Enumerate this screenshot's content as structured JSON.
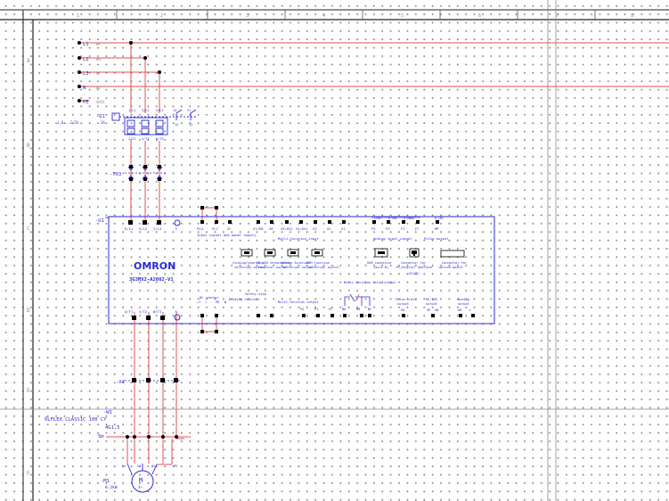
{
  "colors": {
    "wire": "#e05050",
    "device": "#2b2bd6",
    "frame": "#222222",
    "junction": "#000000"
  },
  "border": {
    "row_marks": [
      "A",
      "B",
      "C",
      "D",
      "E",
      "F"
    ]
  },
  "supply": {
    "conductors": [
      {
        "label": "L1",
        "color_label": "BK"
      },
      {
        "label": "L2",
        "color_label": "BN"
      },
      {
        "label": "L3",
        "color_label": "GY"
      },
      {
        "label": "N",
        "color_label": "BU"
      },
      {
        "label": "PE",
        "color_label": "GNYE"
      }
    ]
  },
  "breaker": {
    "tag": "-Q1",
    "setting": "1,6...2,5A",
    "rating": "2A",
    "top_terminals": [
      "1/L1",
      "3/L2",
      "5/L3",
      "13",
      "21"
    ],
    "bottom_terminals": [
      "2/T1",
      "4/T2",
      "6/T3",
      "14",
      "22"
    ]
  },
  "terminal_block_top": {
    "tag": "-TX3"
  },
  "vfd": {
    "tag": "-U1",
    "brand": "OMRON",
    "model": "3G3MX2-A2002-V1",
    "power_terminals": [
      "R/L1",
      "S/L2",
      "T/L3",
      "⏚"
    ],
    "power_input_label": "Input signal and power supply",
    "sc_terminals": [
      "P24",
      "PLC",
      "SC"
    ],
    "input_terminals": [
      "S7/EB",
      "S6",
      "S5/GS2",
      "S4/GS1",
      "S3",
      "S2",
      "S1"
    ],
    "input_label": "Multi-function input",
    "analog_terminals": [
      "FS",
      "FV",
      "FI",
      "FC",
      "MP"
    ],
    "analog_label": "Analog input signal",
    "pulse_label": "Pulse output",
    "analog_tops": [
      "+10V",
      "0-10V",
      "4-20mA",
      "0-10V"
    ],
    "switches": [
      {
        "title": "Sinking/sourcing",
        "sub": "selection switch"
      },
      {
        "title": "RS-485 termination",
        "sub": "resistor switch"
      },
      {
        "title": "Safety function",
        "sub": "selection switch"
      },
      {
        "title": "EDM function",
        "sub": "selection switch"
      }
    ],
    "connectors": [
      {
        "title": "USB connector",
        "sub": "(mini-B)"
      },
      {
        "title": "Connector for",
        "sub": "PC/Digital Operator",
        "extra": "(RJ45)"
      },
      {
        "title": "Connector for",
        "sub": "option board"
      }
    ],
    "output_terminals": [
      "U/T1",
      "V/T2",
      "W/T3",
      "⏚"
    ],
    "dc_link": [
      "+1",
      "+",
      "-",
      "PD",
      "N"
    ],
    "dc_label": "DC reactor",
    "braking_label": "Braking resistor",
    "safety_label": "Safety stop",
    "output_label": "Multi-function output",
    "relay_label": "Multi-function relay output",
    "relay_terminals": [
      "MA",
      "MB",
      "MC"
    ],
    "digital_outputs": [
      "P2",
      "P1",
      "PC"
    ],
    "pulse_train": {
      "title": "Pulse train",
      "sub": "output",
      "terminal": "EO"
    },
    "rs485": {
      "title": "RS-485",
      "sub": "output",
      "terminals": [
        "SP",
        "SN"
      ]
    },
    "analog_output": {
      "title": "Analog",
      "sub": "output",
      "terminals": [
        "AM",
        "L"
      ]
    }
  },
  "terminal_block_bottom": {
    "tag": "-X4"
  },
  "cable": {
    "tag": "-W1",
    "name": "ÖLFLEX CLASSIC 100 CY",
    "spec": "4G1,5",
    "length": "5m"
  },
  "motor": {
    "tag": "-M1",
    "symbol": "M",
    "phase": "3~",
    "power": "0,2kW",
    "terminals": [
      "U1",
      "V1",
      "W1",
      "PE"
    ]
  }
}
